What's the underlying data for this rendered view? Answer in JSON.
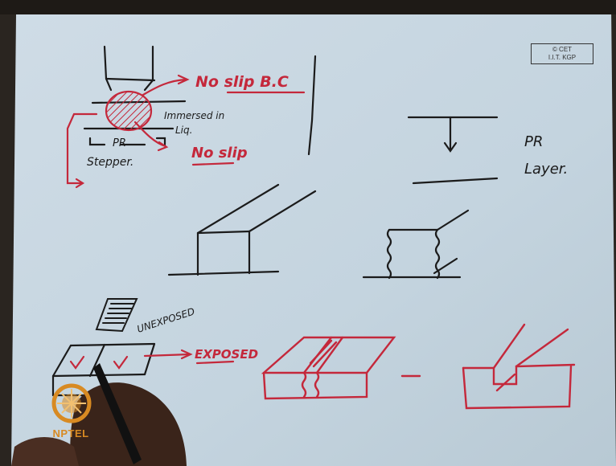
{
  "badge": {
    "line1": "© CET",
    "line2": "I.I.T. KGP"
  },
  "labels": {
    "no_slip_bc": "No slip B.C",
    "immersed": "Immersed in",
    "liq": "Liq.",
    "pr": "PR",
    "stepper": "Stepper.",
    "no_slip": "No slip",
    "pr_layer_1": "PR",
    "pr_layer_2": "Layer.",
    "unexposed": "UNEXPOSED",
    "exposed": "EXPOSED"
  },
  "logo": {
    "text": "NPTEL"
  },
  "colors": {
    "board": "#c8d7e2",
    "ink_black": "#1b1b1b",
    "ink_red": "#c4283b",
    "logo_orange": "#d88a22"
  }
}
